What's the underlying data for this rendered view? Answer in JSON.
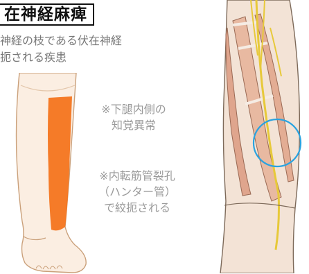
{
  "title": "在神経麻痺",
  "subtitle": "神経の枝である伏在神経\n扼される疾患",
  "notes": [
    "※下腿内側の\n知覚異常",
    "※内転筋管裂孔\n（ハンター管）\nで絞扼される"
  ],
  "colors": {
    "highlight_area": "#f4741e",
    "skin": "#fbeee2",
    "muscle": "#e8b9a1",
    "nerve": "#e7c93a",
    "circle": "#2aa3e0"
  }
}
